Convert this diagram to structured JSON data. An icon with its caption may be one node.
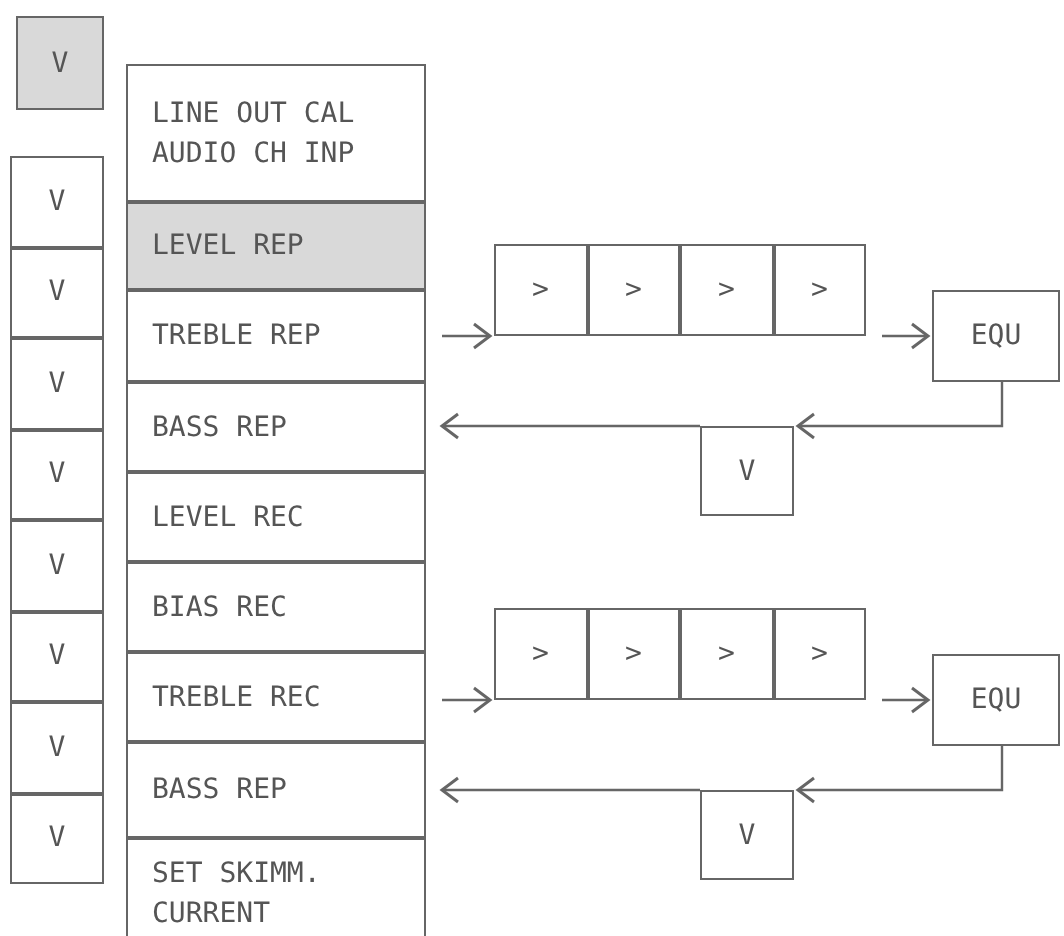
{
  "diagram": {
    "nodes": [
      {
        "text": [
          "V"
        ]
      },
      {
        "text": [
          "V"
        ]
      },
      {
        "text": [
          "V"
        ]
      },
      {
        "text": [
          "V"
        ]
      },
      {
        "text": [
          "V"
        ]
      },
      {
        "text": [
          "V"
        ]
      },
      {
        "text": [
          "V"
        ]
      },
      {
        "text": [
          "V"
        ]
      },
      {
        "text": [
          "V"
        ]
      },
      {
        "text": [
          "LINE OUT CAL AUDIO CH INP"
        ]
      },
      {
        "text": [
          "LEVEL REP"
        ]
      },
      {
        "text": [
          "TREBLE REP"
        ]
      },
      {
        "text": [
          "BASS REP"
        ]
      },
      {
        "text": [
          "LEVEL REC"
        ]
      },
      {
        "text": [
          "BIAS REC"
        ]
      },
      {
        "text": [
          "TREBLE REC"
        ]
      },
      {
        "text": [
          "BASS REP"
        ]
      },
      {
        "text": [
          "SET SKIMM. CURRENT"
        ]
      },
      {
        "text": [
          ">"
        ]
      },
      {
        "text": [
          ">"
        ]
      },
      {
        "text": [
          ">"
        ]
      },
      {
        "text": [
          ">"
        ]
      },
      {
        "text": [
          "EQU"
        ]
      },
      {
        "text": [
          "V"
        ]
      },
      {
        "text": [
          ">"
        ]
      },
      {
        "text": [
          ">"
        ]
      },
      {
        "text": [
          ">"
        ]
      },
      {
        "text": [
          ">"
        ]
      },
      {
        "text": [
          "EQU"
        ]
      },
      {
        "text": [
          "V"
        ]
      }
    ],
    "edges": [
      {
        "from": 11,
        "to": 18,
        "arrow": "to"
      },
      {
        "from": 21,
        "to": 22,
        "arrow": "to"
      },
      {
        "from": 22,
        "to": 23,
        "arrow": "to"
      },
      {
        "from": 23,
        "to": 12,
        "arrow": "to"
      },
      {
        "from": 15,
        "to": 24,
        "arrow": "to"
      },
      {
        "from": 27,
        "to": 28,
        "arrow": "to"
      },
      {
        "from": 28,
        "to": 29,
        "arrow": "to"
      },
      {
        "from": 29,
        "to": 16,
        "arrow": "to"
      }
    ]
  }
}
